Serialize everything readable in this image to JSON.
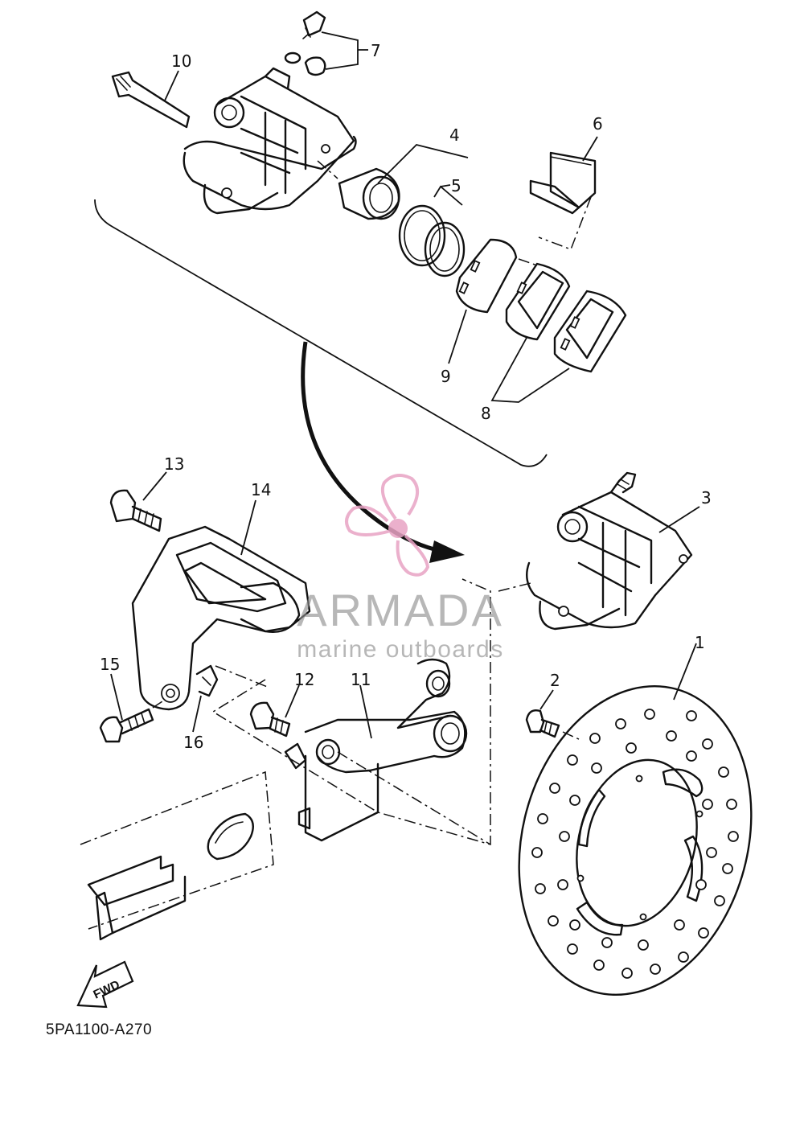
{
  "diagram": {
    "callouts": {
      "p1": "1",
      "p2": "2",
      "p3": "3",
      "p4": "4",
      "p5": "5",
      "p6": "6",
      "p7": "7",
      "p8": "8",
      "p9": "9",
      "p10": "10",
      "p11": "11",
      "p12": "12",
      "p13": "13",
      "p14": "14",
      "p15": "15",
      "p16": "16"
    },
    "fwd_label": "FWD",
    "reference_code": "5PA1100-A270"
  },
  "watermark": {
    "brand": "ARMADA",
    "tagline": "marine outboards",
    "logo_color": "#e8a3c4",
    "text_color": "#8f8f8f"
  }
}
